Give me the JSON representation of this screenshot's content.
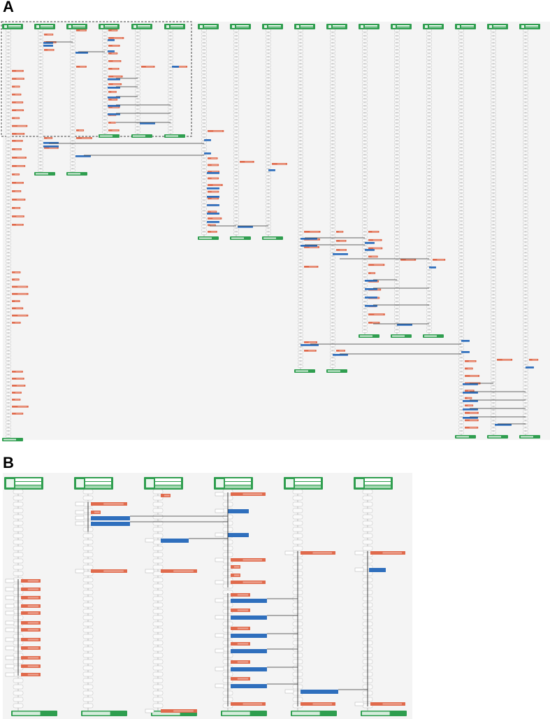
{
  "panels": {
    "a": {
      "label": "A"
    },
    "b": {
      "label": "B"
    }
  },
  "colors": {
    "canvas_bg": "#f4f4f4",
    "header_green": "#2f9e4f",
    "header_stripe": "#9fd6ae",
    "salmon_node": "#e06a4c",
    "blue_node": "#2f6fbd",
    "lane_line": "#9a9a9a",
    "connector": "#333333",
    "dashed_box": "#666666",
    "small_box_fill": "#fafafa",
    "small_box_stroke": "#b0b0b0"
  },
  "panel_a": {
    "lanes": 17,
    "lanes_in_dashed_group": 6,
    "description_text_legible": false
  },
  "panel_b": {
    "lanes": 6,
    "description_text_legible": false
  }
}
